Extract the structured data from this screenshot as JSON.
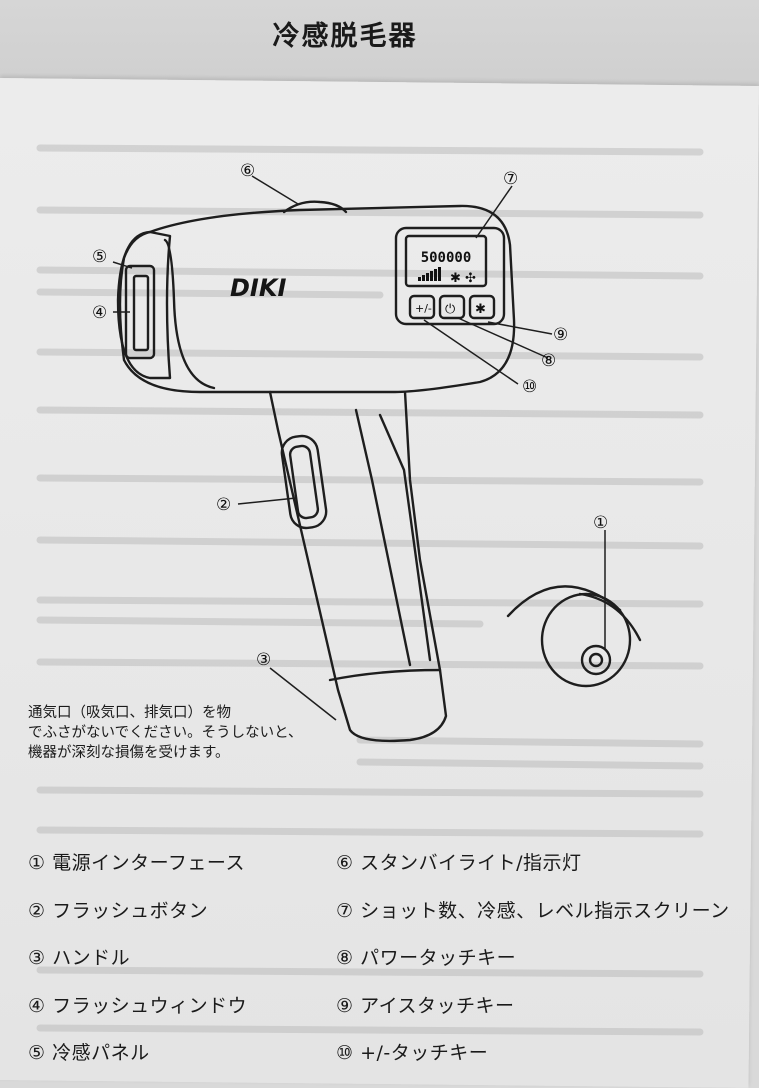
{
  "document": {
    "title": "冷感脱毛器",
    "brand_logo": "DIKI",
    "display": {
      "shot_count": "500000"
    },
    "warning_lines": [
      "通気口（吸気口、排気口）を物",
      "でふさがないでください。そうしないと、",
      "機器が深刻な損傷を受けます。"
    ],
    "callouts": [
      "①",
      "②",
      "③",
      "④",
      "⑤",
      "⑥",
      "⑦",
      "⑧",
      "⑨",
      "⑩"
    ],
    "legend_left": [
      "① 電源インターフェース",
      "② フラッシュボタン",
      "③ ハンドル",
      "④ フラッシュウィンドウ",
      "⑤ 冷感パネル"
    ],
    "legend_right": [
      "⑥ スタンバイライト/指示灯",
      "⑦ ショット数、冷感、レベル指示スクリーン",
      "⑧ パワータッチキー",
      "⑨ アイスタッチキー",
      "⑩ +/-タッチキー"
    ]
  }
}
